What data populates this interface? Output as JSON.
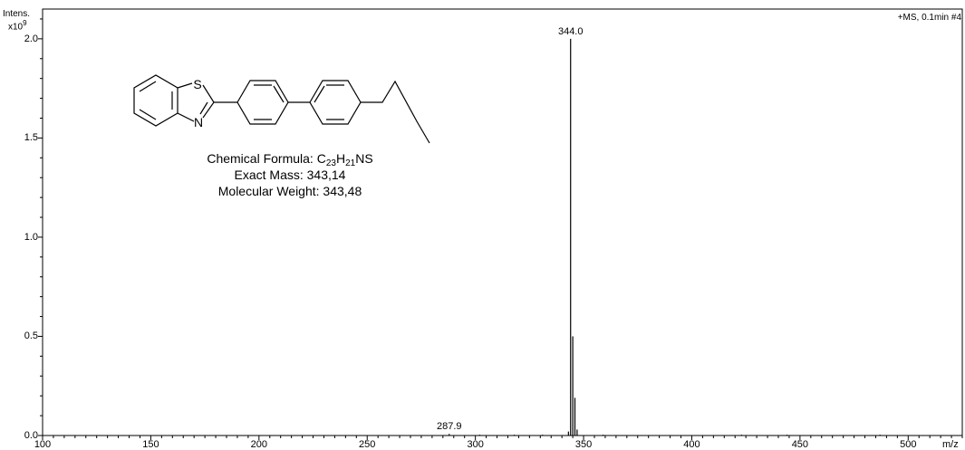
{
  "header": {
    "intens_label": "Intens.",
    "scale_label": "x10",
    "scale_exponent": "9",
    "scan_info": "+MS, 0.1min #4"
  },
  "compound": {
    "formula_prefix": "Chemical Formula: ",
    "formula_parts": [
      {
        "t": "C"
      },
      {
        "t": "23",
        "sub": true
      },
      {
        "t": "H"
      },
      {
        "t": "21",
        "sub": true
      },
      {
        "t": "NS"
      }
    ],
    "exact_mass": "Exact Mass: 343,14",
    "molecular_weight": "Molecular Weight: 343,48",
    "atom_S": "S",
    "atom_N": "N"
  },
  "chart_data": {
    "type": "bar",
    "title": "",
    "xlabel": "m/z",
    "ylabel": "Intens.",
    "xlim": [
      100,
      525
    ],
    "ylim": [
      0,
      2.15
    ],
    "x_ticks": [
      100,
      150,
      200,
      250,
      300,
      350,
      400,
      450,
      500
    ],
    "y_ticks": [
      0.0,
      0.5,
      1.0,
      1.5,
      2.0
    ],
    "y_tick_labels": [
      "0.0",
      "0.5",
      "1.0",
      "1.5",
      "2.0"
    ],
    "grid": false,
    "peaks": [
      {
        "mz": 287.9,
        "intensity": 0.008,
        "label": "287.9"
      },
      {
        "mz": 344.0,
        "intensity": 2.0,
        "label": "344.0"
      },
      {
        "mz": 345.0,
        "intensity": 0.5
      },
      {
        "mz": 346.0,
        "intensity": 0.19
      },
      {
        "mz": 347.0,
        "intensity": 0.03
      },
      {
        "mz": 343.0,
        "intensity": 0.02
      },
      {
        "mz": 302.0,
        "intensity": 0.004
      },
      {
        "mz": 318.0,
        "intensity": 0.004
      },
      {
        "mz": 331.0,
        "intensity": 0.004
      },
      {
        "mz": 359.0,
        "intensity": 0.004
      },
      {
        "mz": 423.0,
        "intensity": 0.004
      },
      {
        "mz": 444.0,
        "intensity": 0.004
      },
      {
        "mz": 487.0,
        "intensity": 0.004
      }
    ]
  }
}
